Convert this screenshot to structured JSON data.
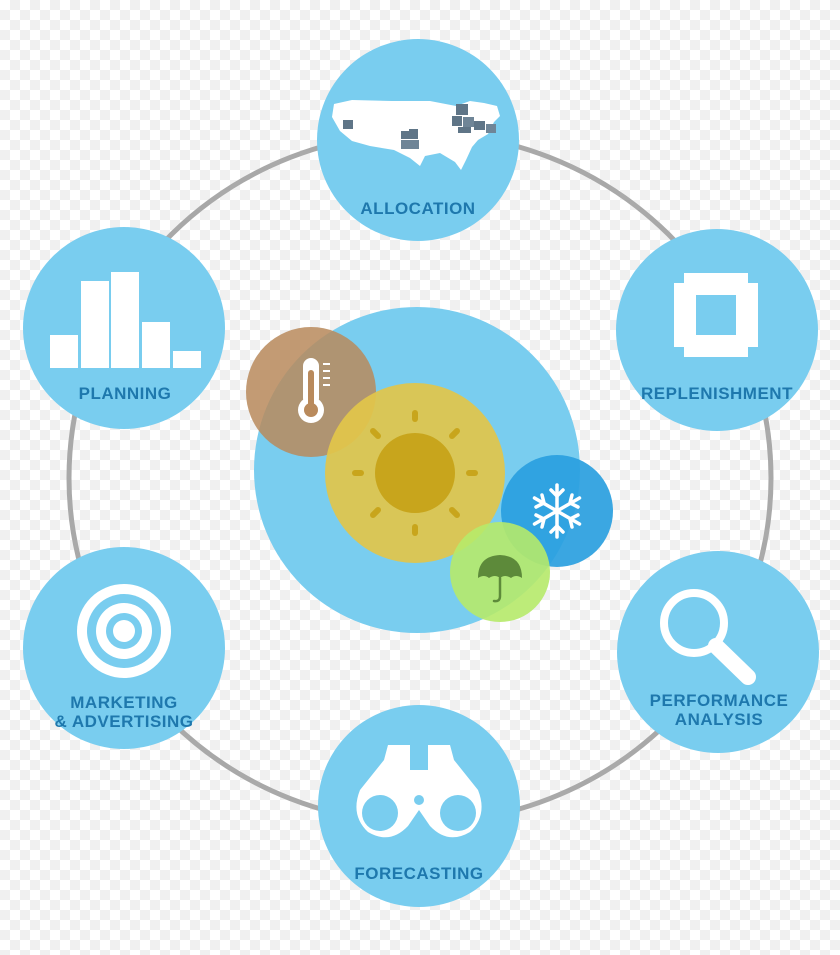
{
  "colors": {
    "circle_fill": "#79cdef",
    "label_color": "#1e78ad",
    "icon_color": "#ffffff",
    "ring_color": "#a9a9a9",
    "sun_color": "#e2c64a",
    "sun_core": "#c8a51c",
    "thermo_color": "#b98a5c",
    "snow_color": "#2a9fe0",
    "rain_color": "#b6ea6a"
  },
  "nodes": {
    "allocation": {
      "label": "ALLOCATION",
      "icon": "us-map-icon"
    },
    "replenishment": {
      "label": "REPLENISHMENT",
      "icon": "refresh-cycle-icon"
    },
    "performance": {
      "label_line1": "PERFORMANCE",
      "label_line2": "ANALYSIS",
      "icon": "magnifier-icon"
    },
    "forecasting": {
      "label": "FORECASTING",
      "icon": "binoculars-icon"
    },
    "marketing": {
      "label_line1": "MARKETING",
      "label_line2": "& ADVERTISING",
      "icon": "target-icon"
    },
    "planning": {
      "label": "PLANNING",
      "icon": "bar-chart-icon"
    }
  },
  "center": {
    "icons": [
      "thermometer-icon",
      "sun-icon",
      "snowflake-icon",
      "umbrella-icon"
    ]
  }
}
